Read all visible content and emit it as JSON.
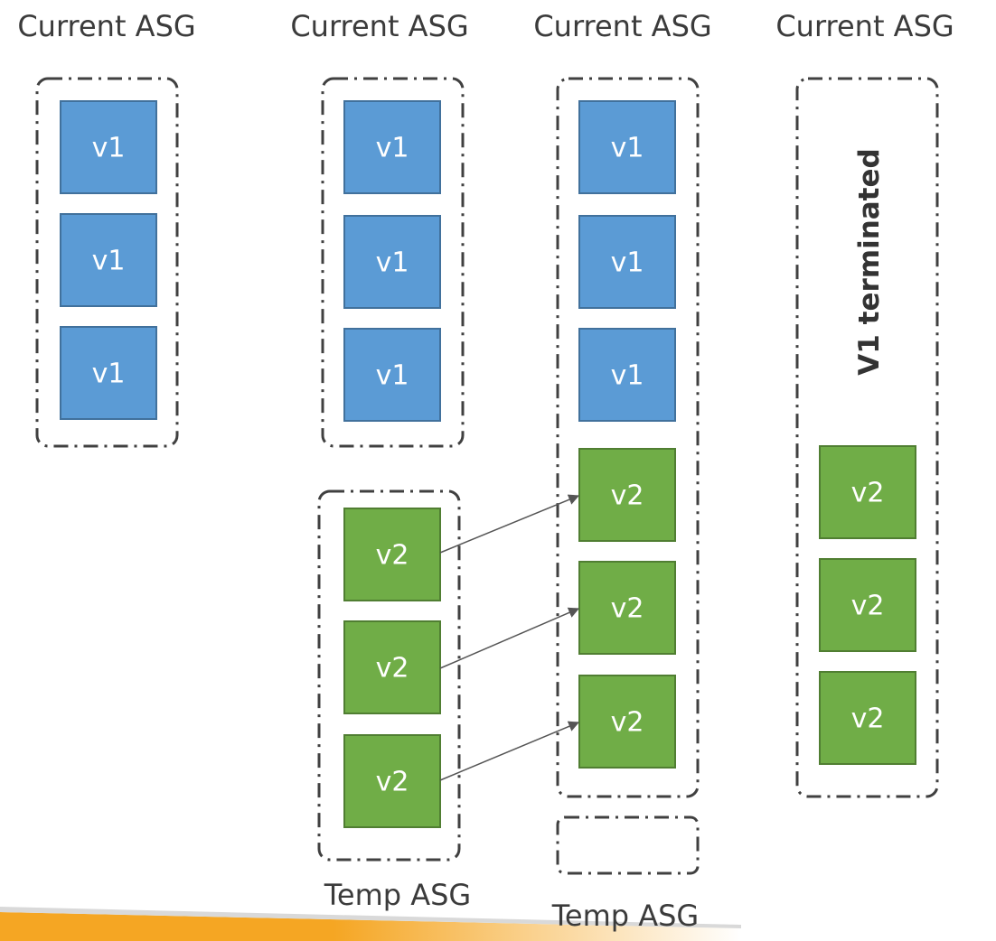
{
  "columns": [
    {
      "title": "Current ASG"
    },
    {
      "title": "Current ASG"
    },
    {
      "title": "Current ASG"
    },
    {
      "title": "Current ASG"
    }
  ],
  "temp_asg_labels": [
    "Temp ASG",
    "Temp ASG"
  ],
  "v1_label": "v1",
  "v2_label": "v2",
  "terminated_label": "V1 terminated",
  "colors": {
    "v1": "#5b9bd5",
    "v1_border": "#41719c",
    "v2": "#70ad47",
    "v2_border": "#507e32",
    "dashed_border": "#404040",
    "arrow": "#555555",
    "bottom_bar": "#f5a623"
  }
}
